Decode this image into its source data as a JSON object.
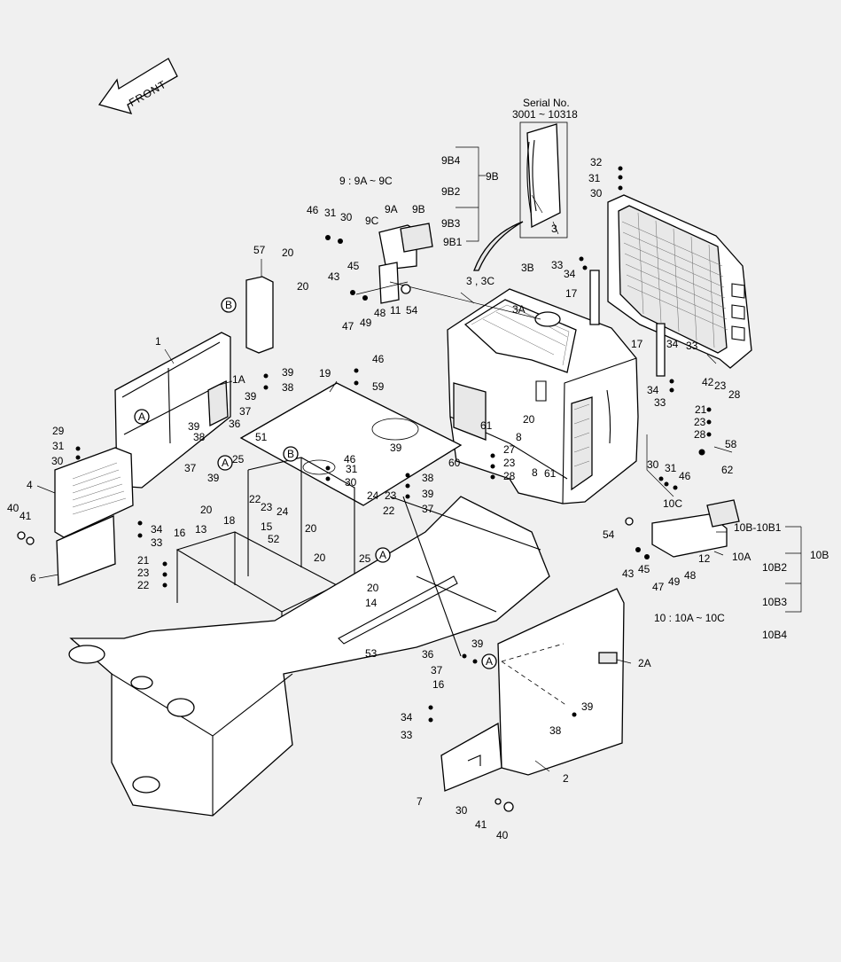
{
  "direction": {
    "label": "FRONT"
  },
  "serial": {
    "title": "Serial No.",
    "range": "3001 ~ 10318"
  },
  "groups": {
    "g9": "9 : 9A ~ 9C",
    "g10": "10 : 10A ~ 10C",
    "threeC": "3 , 3C"
  },
  "callouts": {
    "A": "A",
    "B": "B"
  },
  "labels": {
    "l1": "1",
    "l1A": "1A",
    "l2": "2",
    "l2A": "2A",
    "l3": "3",
    "l3A": "3A",
    "l3B": "3B",
    "l4": "4",
    "l6": "6",
    "l7": "7",
    "l8": "8",
    "l8b": "8",
    "l9A": "9A",
    "l9B": "9B",
    "l9Bx": "9B",
    "l9C": "9C",
    "l9B1": "9B1",
    "l9B2": "9B2",
    "l9B3": "9B3",
    "l9B4": "9B4",
    "l10A": "10A",
    "l10B": "10B",
    "l10C": "10C",
    "l10B10B1": "10B-10B1",
    "l10B2": "10B2",
    "l10B3": "10B3",
    "l10B4": "10B4",
    "l11": "11",
    "l12": "12",
    "l13": "13",
    "l14": "14",
    "l15": "15",
    "l16": "16",
    "l16b": "16",
    "l17": "17",
    "l17b": "17",
    "l18": "18",
    "l19": "19",
    "l20a": "20",
    "l20b": "20",
    "l20c": "20",
    "l20d": "20",
    "l20e": "20",
    "l20f": "20",
    "l20g": "20",
    "l21a": "21",
    "l21b": "21",
    "l22a": "22",
    "l22b": "22",
    "l22c": "22",
    "l23a": "23",
    "l23b": "23",
    "l23c": "23",
    "l23d": "23",
    "l23e": "23",
    "l23f": "23",
    "l24a": "24",
    "l24b": "24",
    "l25a": "25",
    "l25b": "25",
    "l27": "27",
    "l28a": "28",
    "l28b": "28",
    "l28c": "28",
    "l29": "29",
    "l30a": "30",
    "l30b": "30",
    "l30c": "30",
    "l30d": "30",
    "l30e": "30",
    "l30f": "30",
    "l31a": "31",
    "l31b": "31",
    "l31c": "31",
    "l31d": "31",
    "l31e": "31",
    "l32": "32",
    "l33a": "33",
    "l33b": "33",
    "l33c": "33",
    "l33d": "33",
    "l33e": "33",
    "l34a": "34",
    "l34b": "34",
    "l34c": "34",
    "l34d": "34",
    "l36a": "36",
    "l36b": "36",
    "l37a": "37",
    "l37b": "37",
    "l37c": "37",
    "l37d": "37",
    "l38a": "38",
    "l38b": "38",
    "l38c": "38",
    "l38d": "38",
    "l39a": "39",
    "l39b": "39",
    "l39c": "39",
    "l39d": "39",
    "l39e": "39",
    "l39f": "39",
    "l39g": "39",
    "l39h": "39",
    "l40a": "40",
    "l40b": "40",
    "l41a": "41",
    "l41b": "41",
    "l42": "42",
    "l43a": "43",
    "l43b": "43",
    "l45a": "45",
    "l45b": "45",
    "l46a": "46",
    "l46b": "46",
    "l46c": "46",
    "l46d": "46",
    "l47a": "47",
    "l47b": "47",
    "l48a": "48",
    "l48b": "48",
    "l49a": "49",
    "l49b": "49",
    "l51": "51",
    "l52": "52",
    "l53": "53",
    "l54a": "54",
    "l54b": "54",
    "l57": "57",
    "l58": "58",
    "l59": "59",
    "l60": "60",
    "l61a": "61",
    "l61b": "61",
    "l62": "62"
  }
}
